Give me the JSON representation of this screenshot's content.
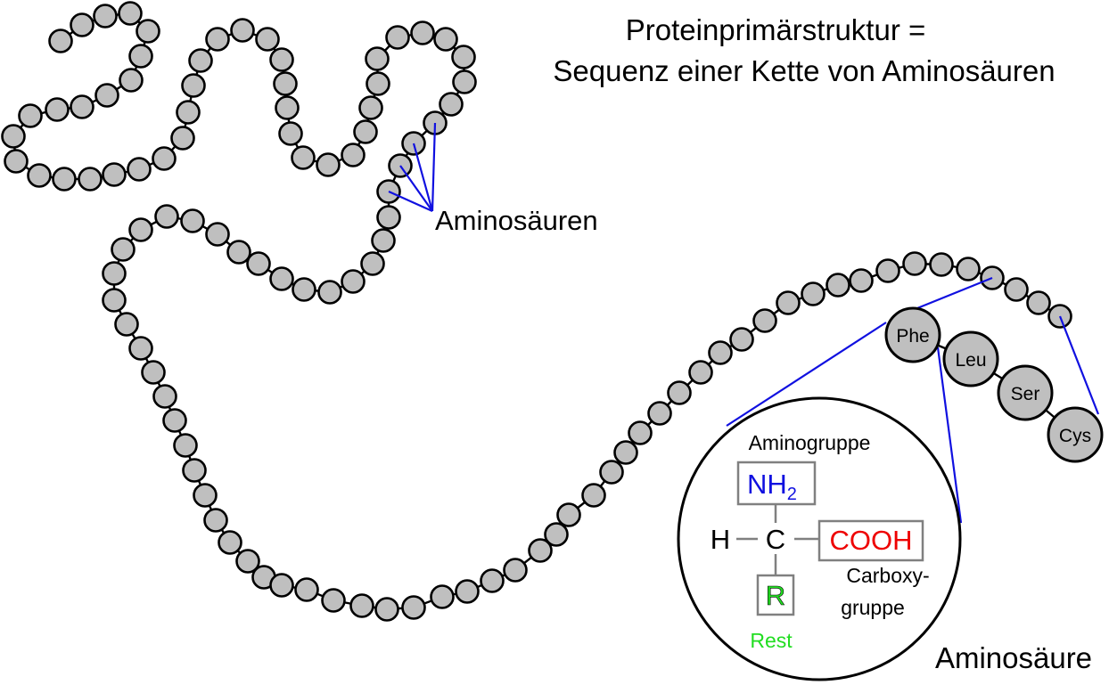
{
  "title": {
    "line1": "Proteinprimärstruktur =",
    "line2": "Sequenz einer Kette von Aminosäuren"
  },
  "label_aminosaeuren": "Aminosäuren",
  "label_aminosaeure": "Aminosäure",
  "residues": [
    "Phe",
    "Leu",
    "Ser",
    "Cys"
  ],
  "molecule": {
    "aminogruppe_label": "Aminogruppe",
    "nh2_main": "NH",
    "nh2_sub": "2",
    "h": "H",
    "c": "C",
    "cooh": "COOH",
    "r": "R",
    "rest_label": "Rest",
    "carboxy_line1": "Carboxy-",
    "carboxy_line2": "gruppe"
  },
  "colors": {
    "bead_fill": "#bfbfbf",
    "pointer": "#1010e0",
    "amino": "#1010e0",
    "carboxyl": "#ee0000",
    "rest": "#22dd22"
  }
}
